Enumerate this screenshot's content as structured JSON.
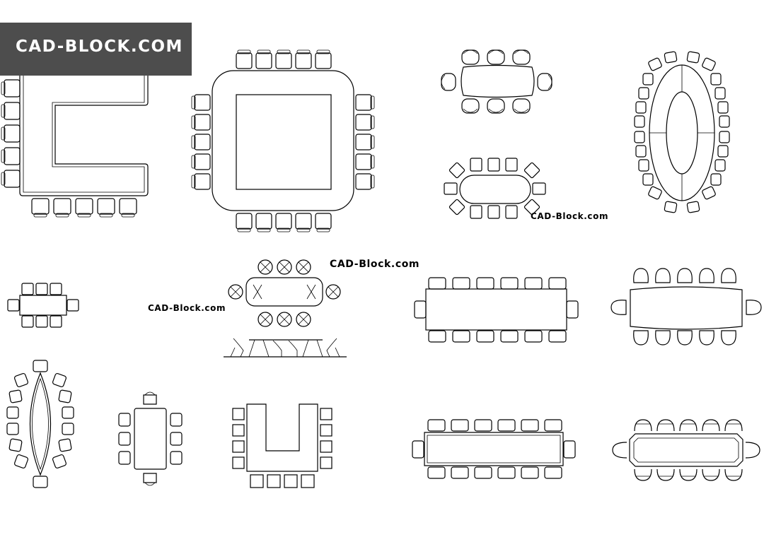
{
  "brand": {
    "label": "CAD-BLOCK.COM",
    "background": "#4d4d4d",
    "text_color": "#ffffff"
  },
  "watermarks": [
    {
      "text": "CAD-Block.com"
    },
    {
      "text": "CAD-Block.com"
    },
    {
      "text": "CAD-Block.com"
    }
  ],
  "line_color": "#000000",
  "background": "#ffffff"
}
